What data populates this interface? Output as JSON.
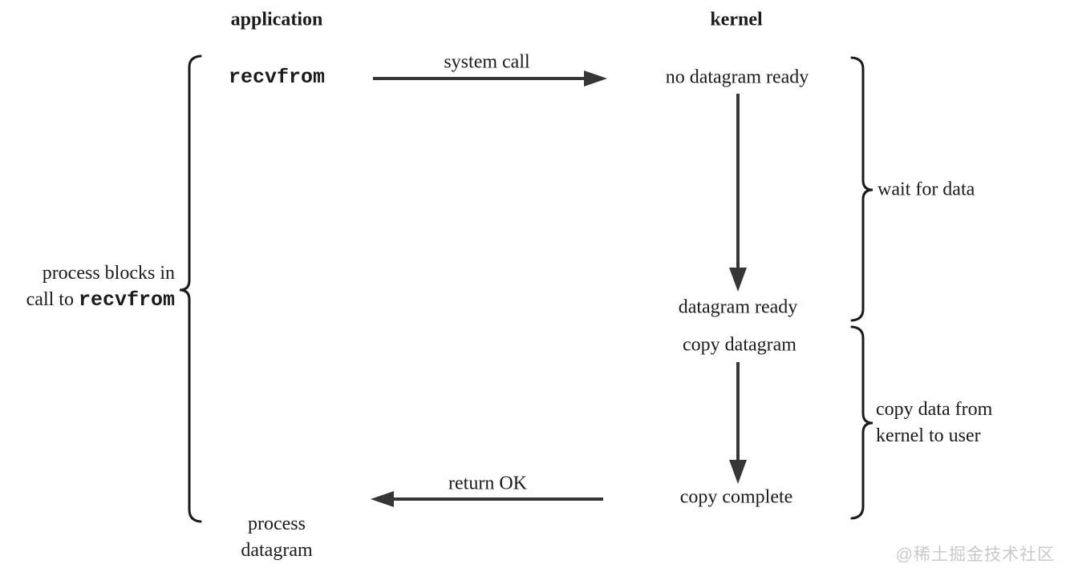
{
  "diagram": {
    "columns": {
      "application": "application",
      "kernel": "kernel"
    },
    "app_side": {
      "recvfrom": "recvfrom",
      "process_line1": "process",
      "process_line2": "datagram"
    },
    "kernel_side": {
      "no_datagram_ready": "no datagram ready",
      "datagram_ready": "datagram ready",
      "copy_datagram": "copy datagram",
      "copy_complete": "copy complete"
    },
    "arrows": {
      "system_call": "system call",
      "return_ok": "return OK"
    },
    "annotations": {
      "left_line1": "process blocks in",
      "left_line2_text": "call to",
      "left_line2_code": "recvfrom",
      "wait_for_data": "wait for data",
      "copy_line1": "copy data from",
      "copy_line2": "kernel to user"
    },
    "watermark": "@稀土掘金技术社区"
  },
  "colors": {
    "ink": "#1b1b1b",
    "stroke": "#363636",
    "watermark": "#c9c9c9",
    "background": "#ffffff"
  }
}
